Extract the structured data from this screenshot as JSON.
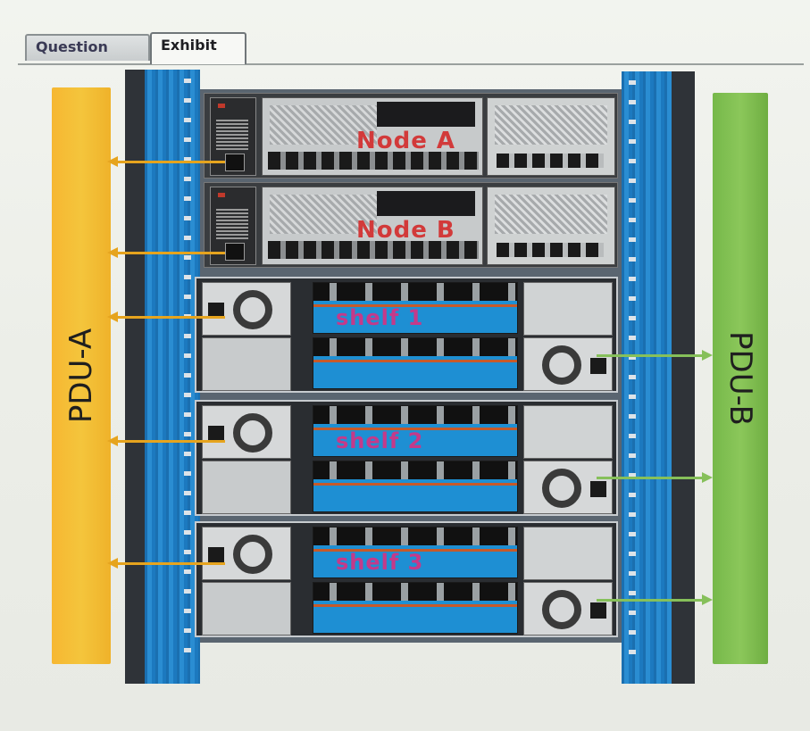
{
  "tabs": {
    "question": "Question",
    "exhibit": "Exhibit"
  },
  "pdu": {
    "a": "PDU-A",
    "b": "PDU-B"
  },
  "nodes": {
    "a": "Node A",
    "b": "Node B"
  },
  "shelves": {
    "s1": "shelf 1",
    "s2": "shelf 2",
    "s3": "shelf 3"
  },
  "colors": {
    "pdu_a": "#f4c53c",
    "pdu_b": "#8bc75a",
    "rack_blue": "#1c79bf",
    "node_label": "#d23a3a",
    "shelf_label": "#c43a8a"
  }
}
